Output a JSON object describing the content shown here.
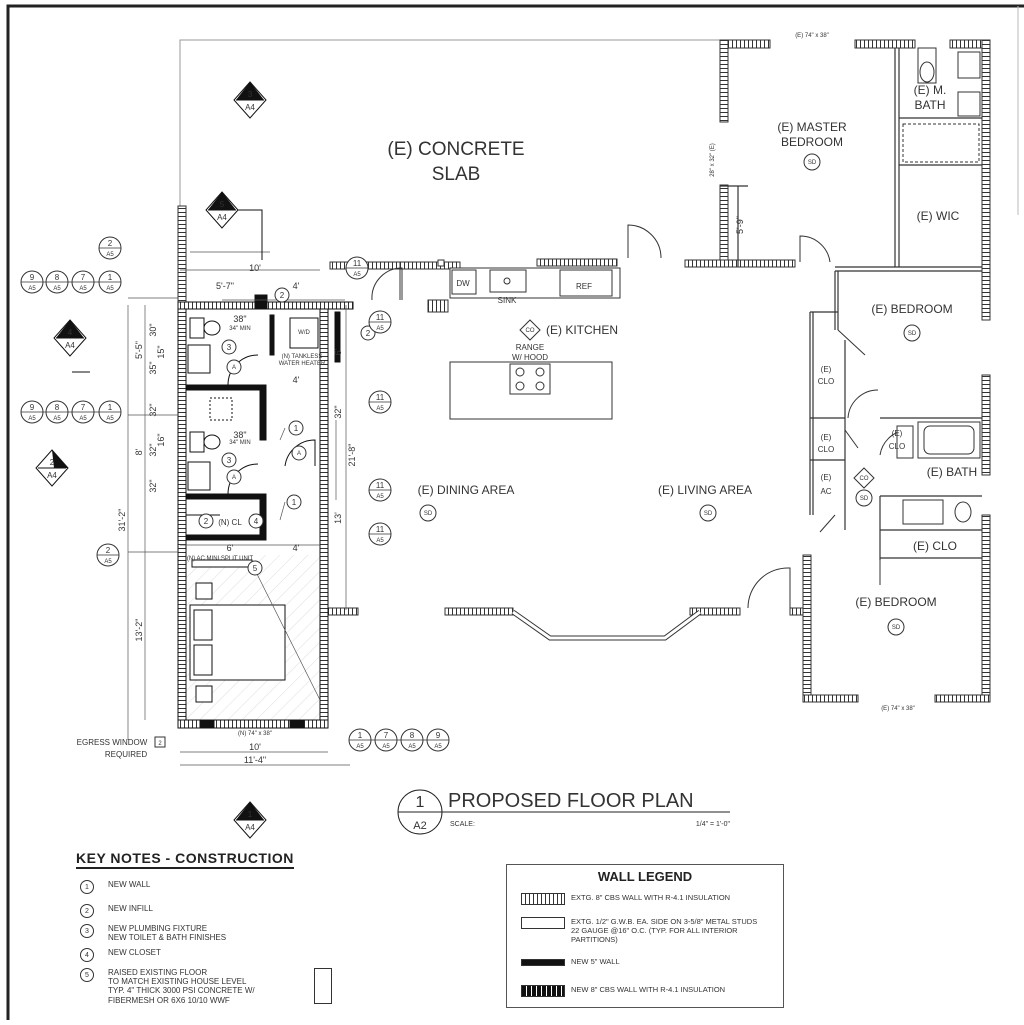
{
  "rooms": {
    "concrete_slab_1": "(E) CONCRETE",
    "concrete_slab_2": "SLAB",
    "master_bedroom_1": "(E) MASTER",
    "master_bedroom_2": "BEDROOM",
    "m_bath_1": "(E) M.",
    "m_bath_2": "BATH",
    "wic": "(E) WIC",
    "bedroom": "(E) BEDROOM",
    "bath": "(E) BATH",
    "clo": "(E) CLO",
    "e_short": "(E)",
    "clo_short": "CLO",
    "ac_short": "AC",
    "kitchen": "(E) KITCHEN",
    "dining": "(E) DINING AREA",
    "living": "(E) LIVING AREA",
    "sink": "SINK",
    "ref": "REF",
    "dw": "DW",
    "range_1": "RANGE",
    "range_2": "W/ HOOD",
    "wd": "W/D",
    "water_heater_1": "(N) TANKLESS",
    "water_heater_2": "WATER HEATER",
    "n_cl": "(N) CL",
    "egress_1": "EGRESS WINDOW",
    "egress_2": "REQUIRED",
    "window_note": "(E) 74\" x 38\"",
    "window_note_n": "(N) 74\" x 38\"",
    "sd": "SD",
    "co": "CO",
    "a_tag": "A",
    "clear_note_1": "34\" MIN",
    "ac_split_note": "(N) AC MINI SPLIT UNIT"
  },
  "dimensions": {
    "d10": "10'",
    "d5_7": "5'-7\"",
    "d4": "4'",
    "d38": "38\"",
    "d5_5": "5'-5\"",
    "d30": "30\"",
    "d15": "15\"",
    "d35": "35\"",
    "d6": "6'",
    "d32": "32\"",
    "d16": "16\"",
    "d8": "8'",
    "d31_2": "31'-2\"",
    "d13_2": "13'-2\"",
    "d13": "13'",
    "d21_8": "21'-8\"",
    "d11_4": "11'-4\"",
    "d5_9": "5'-9\"",
    "d28": "28\" x 32\" (E)"
  },
  "title_block": {
    "number": "1",
    "sheet": "A2",
    "title": "PROPOSED FLOOR PLAN",
    "scale_label": "SCALE:",
    "scale_value": "1/4\" = 1'-0\""
  },
  "section_markers": {
    "sheet_ref": "A4",
    "m3": "3",
    "m5": "5",
    "m4": "4",
    "m2": "2",
    "m1": "1"
  },
  "detail_refs": {
    "sheet": "A5",
    "n9": "9",
    "n8": "8",
    "n7": "7",
    "n1": "1",
    "n2": "2",
    "n11": "11"
  },
  "tags": {
    "t1": "1",
    "t2": "2",
    "t3": "3",
    "t4": "4",
    "t5": "5"
  },
  "key_notes": {
    "title": "KEY NOTES - CONSTRUCTION",
    "items": [
      {
        "num": "1",
        "text": "NEW WALL"
      },
      {
        "num": "2",
        "text": "NEW INFILL"
      },
      {
        "num": "3",
        "text": "NEW PLUMBING FIXTURE",
        "text2": "NEW TOILET & BATH FINISHES"
      },
      {
        "num": "4",
        "text": "NEW CLOSET"
      },
      {
        "num": "5",
        "text": "RAISED EXISTING FLOOR",
        "text2": "TO MATCH EXISTING HOUSE LEVEL",
        "text3": "TYP. 4\" THICK 3000 PSI CONCRETE W/",
        "text4": "FIBERMESH OR 6X6 10/10 WWF"
      }
    ]
  },
  "wall_legend": {
    "title": "WALL LEGEND",
    "items": [
      {
        "text": "EXTG. 8\" CBS WALL WITH R-4.1 INSULATION"
      },
      {
        "text": "EXTG. 1/2\" G.W.B. EA. SIDE ON 3-5/8\" METAL STUDS 22 GAUGE @16\" O.C. (TYP. FOR ALL INTERIOR PARTITIONS)"
      },
      {
        "text": "NEW 5\" WALL"
      },
      {
        "text": "NEW 8\" CBS WALL WITH R-4.1 INSULATION"
      }
    ]
  }
}
